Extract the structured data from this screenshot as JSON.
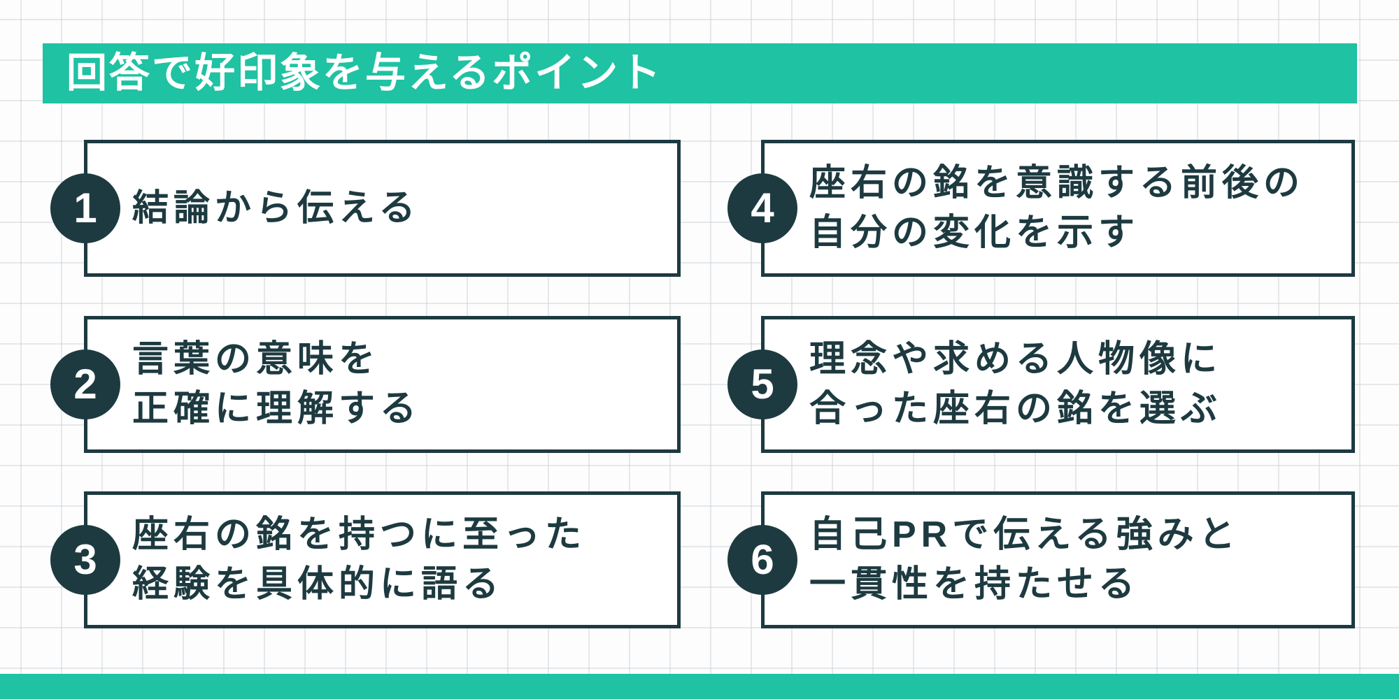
{
  "title": "回答で好印象を与えるポイント",
  "colors": {
    "accent_teal": "#1fc2a2",
    "dark_slate": "#1d3a40",
    "card_background": "#ffffff",
    "grid_line": "#cbd1d5"
  },
  "points": [
    {
      "number": "1",
      "lines": [
        "結論から伝える"
      ]
    },
    {
      "number": "2",
      "lines": [
        "言葉の意味を",
        "正確に理解する"
      ]
    },
    {
      "number": "3",
      "lines": [
        "座右の銘を持つに至った",
        "経験を具体的に語る"
      ]
    },
    {
      "number": "4",
      "lines": [
        "座右の銘を意識する前後の",
        "自分の変化を示す"
      ]
    },
    {
      "number": "5",
      "lines": [
        "理念や求める人物像に",
        "合った座右の銘を選ぶ"
      ]
    },
    {
      "number": "6",
      "lines": [
        "自己PRで伝える強みと",
        "一貫性を持たせる"
      ]
    }
  ]
}
